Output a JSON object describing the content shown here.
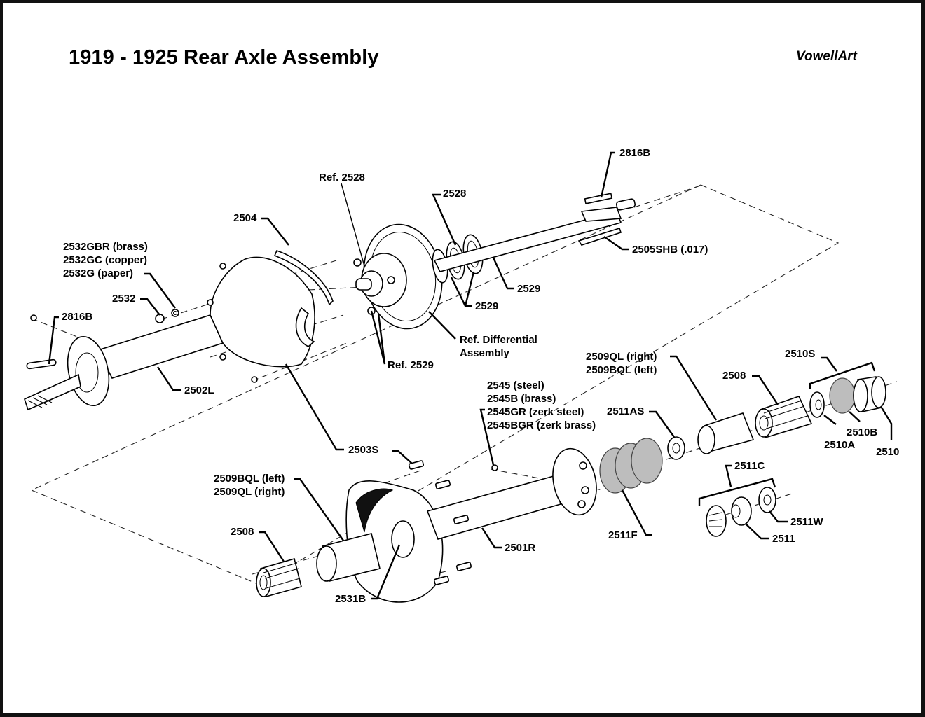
{
  "title": "1919 - 1925 Rear Axle Assembly",
  "brand": "VowellArt",
  "callouts": {
    "c2816B_top": "2816B",
    "c2528_ref": "Ref. 2528",
    "c2528": "2528",
    "c2505SHB": "2505SHB (.017)",
    "c2504": "2504",
    "c2532GBR": "2532GBR (brass)",
    "c2532GC": "2532GC (copper)",
    "c2532G": "2532G (paper)",
    "c2532": "2532",
    "c2816B_left": "2816B",
    "c2529_a": "2529",
    "c2529_b": "2529",
    "c_ref_diff_1": "Ref. Differential",
    "c_ref_diff_2": "Assembly",
    "c2529_ref": "Ref. 2529",
    "c2502L": "2502L",
    "c2545": "2545 (steel)",
    "c2545B": "2545B (brass)",
    "c2545GR": "2545GR (zerk steel)",
    "c2545BGR": "2545BGR (zerk brass)",
    "c2509QL_r": "2509QL (right)",
    "c2509BQL_l": "2509BQL (left)",
    "c2508_right": "2508",
    "c2510S": "2510S",
    "c2511AS": "2511AS",
    "c2510B": "2510B",
    "c2510A": "2510A",
    "c2510": "2510",
    "c2503S": "2503S",
    "c2509BQL_left2": "2509BQL (left)",
    "c2509QL_right2": "2509QL (right)",
    "c2511C": "2511C",
    "c2511W": "2511W",
    "c2511": "2511",
    "c2508_left": "2508",
    "c2501R": "2501R",
    "c2511F": "2511F",
    "c2531B": "2531B"
  }
}
